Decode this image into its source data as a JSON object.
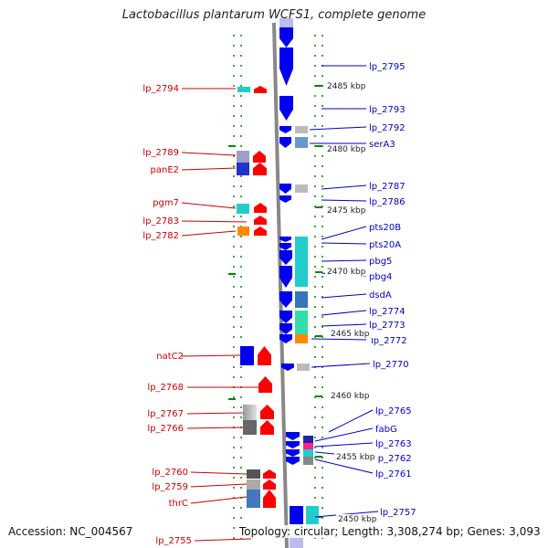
{
  "title": "Lactobacillus plantarum WCFS1, complete genome",
  "accession": "Accession: NC_004567",
  "topology": "Topology: circular; Length: 3,308,274 bp; Genes: 3,093",
  "kbp_labels": [
    "2485 kbp",
    "2480 kbp",
    "2475 kbp",
    "2470 kbp",
    "2465 kbp",
    "2460 kbp",
    "2455 kbp",
    "2450 kbp"
  ],
  "left_genes": [
    "lp_2794",
    "lp_2789",
    "panE2",
    "pgm7",
    "lp_2783",
    "lp_2782",
    "natC2",
    "lp_2768",
    "lp_2767",
    "lp_2766",
    "lp_2760",
    "lp_2759",
    "thrC",
    "lp_2755"
  ],
  "right_genes": [
    "lp_2795",
    "lp_2793",
    "lp_2792",
    "serA3",
    "lp_2787",
    "lp_2786",
    "pts20B",
    "pts20A",
    "pbg5",
    "pbg4",
    "dsdA",
    "lp_2774",
    "lp_2773",
    "lp_2772",
    "lp_2770",
    "lp_2765",
    "fabG",
    "lp_2763",
    "lp_2762",
    "lp_2761",
    "lp_2757"
  ],
  "colors": {
    "left_label": "#cc0000",
    "right_label": "#0000cc",
    "forward_gene": "#ff0000",
    "reverse_gene": "#0000ee",
    "chromosome": "#888888",
    "tick": "#008800"
  }
}
